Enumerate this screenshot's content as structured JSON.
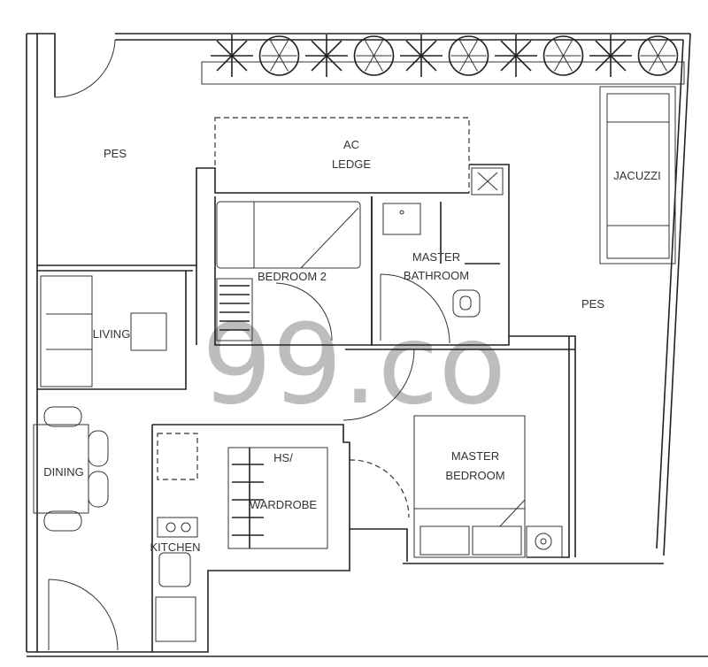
{
  "watermark": "99.co",
  "rooms": {
    "pes_left": "PES",
    "ac_ledge_1": "AC",
    "ac_ledge_2": "LEDGE",
    "jacuzzi": "JACUZZI",
    "bedroom2": "BEDROOM 2",
    "master_bath_1": "MASTER",
    "master_bath_2": "BATHROOM",
    "pes_right": "PES",
    "living": "LIVING",
    "dining": "DINING",
    "hs_1": "HS/",
    "hs_2": "WARDROBE",
    "master_bed_1": "MASTER",
    "master_bed_2": "BEDROOM",
    "kitchen": "KITCHEN"
  },
  "colors": {
    "line": "#222222",
    "watermark": "#bdbdbd"
  }
}
